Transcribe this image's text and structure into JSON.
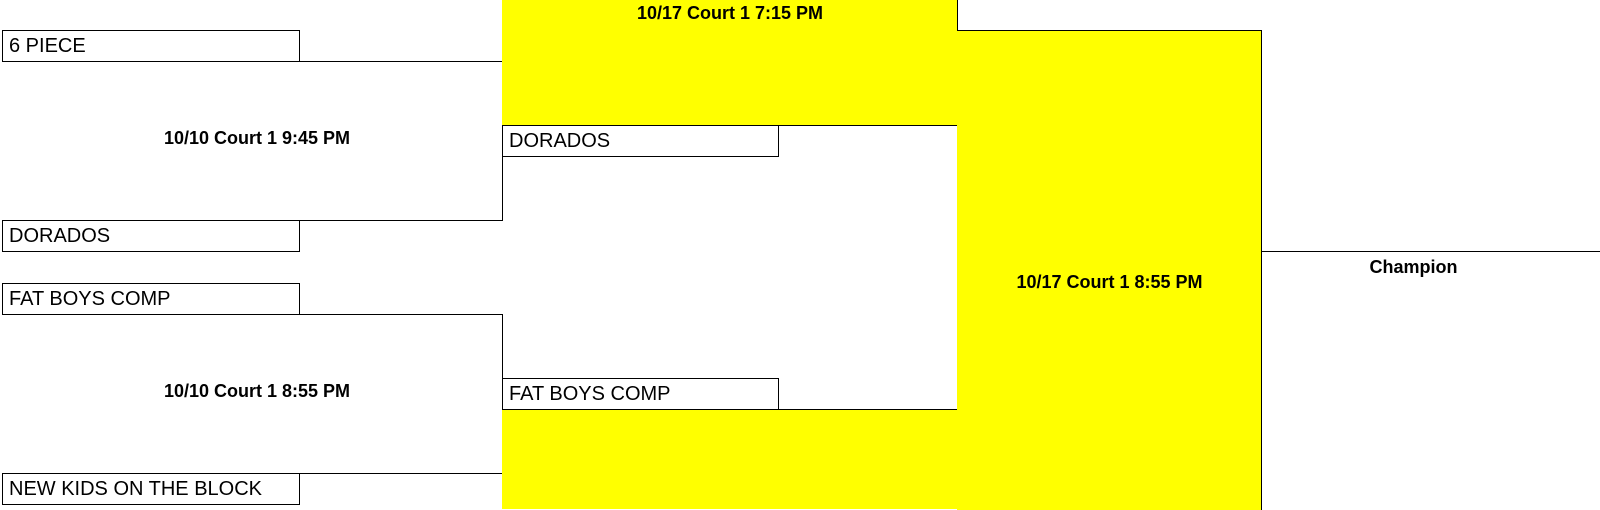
{
  "colors": {
    "accent": "#ffff00",
    "line": "#000000"
  },
  "round1": {
    "game_a": {
      "label": "10/10 Court 1 9:45 PM",
      "team_top": "6 PIECE",
      "team_bottom": "DORADOS"
    },
    "game_b": {
      "label": "10/10 Court 1 8:55 PM",
      "team_top": "FAT BOYS COMP",
      "team_bottom": "NEW KIDS ON THE BLOCK"
    }
  },
  "round2": {
    "game_top": {
      "label": "10/17 Court 1 7:15 PM",
      "team": "DORADOS"
    },
    "game_bottom": {
      "team": "FAT BOYS COMP"
    }
  },
  "final": {
    "label": "10/17 Court 1 8:55 PM"
  },
  "champion": {
    "label": "Champion"
  }
}
